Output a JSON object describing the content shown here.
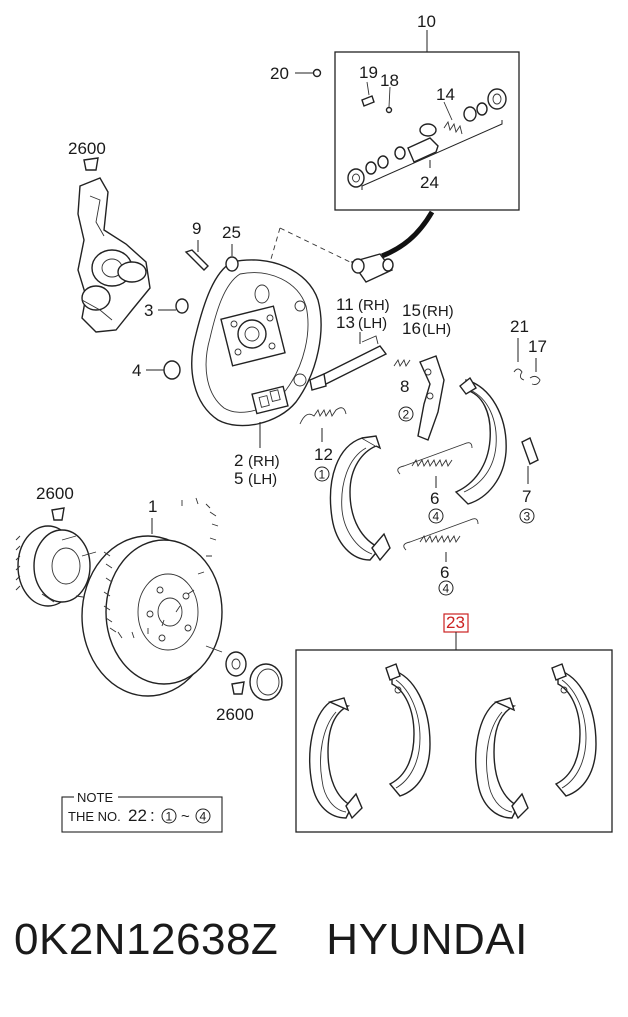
{
  "callouts": {
    "c10": "10",
    "c20": "20",
    "c19": "19",
    "c18": "18",
    "c14": "14",
    "c24": "24",
    "c2600a": "2600",
    "c9": "9",
    "c25": "25",
    "c3": "3",
    "c4": "4",
    "c11": "11",
    "c11s": "(RH)",
    "c13": "13",
    "c13s": "(LH)",
    "c15": "15",
    "c15s": "(RH)",
    "c16": "16",
    "c16s": "(LH)",
    "c21": "21",
    "c17": "17",
    "c8": "8",
    "c2": "2",
    "c2s": "(RH)",
    "c5": "5",
    "c5s": "(LH)",
    "c12": "12",
    "c6a": "6",
    "c6b": "6",
    "c7": "7",
    "c2600b": "2600",
    "c1": "1",
    "c2600c": "2600",
    "c23": "23"
  },
  "circled": {
    "k8": "2",
    "k12": "1",
    "k6a": "4",
    "k6b": "4",
    "k7": "3"
  },
  "note": {
    "title": "NOTE",
    "prefix": "THE NO.",
    "number": "22",
    "colon": ":",
    "from": "1",
    "tilde": "~",
    "to": "4"
  },
  "footer": {
    "part_number": "0K2N12638Z",
    "brand": "HYUNDAI"
  },
  "colors": {
    "highlight": "#cc2222",
    "line": "#222222"
  }
}
